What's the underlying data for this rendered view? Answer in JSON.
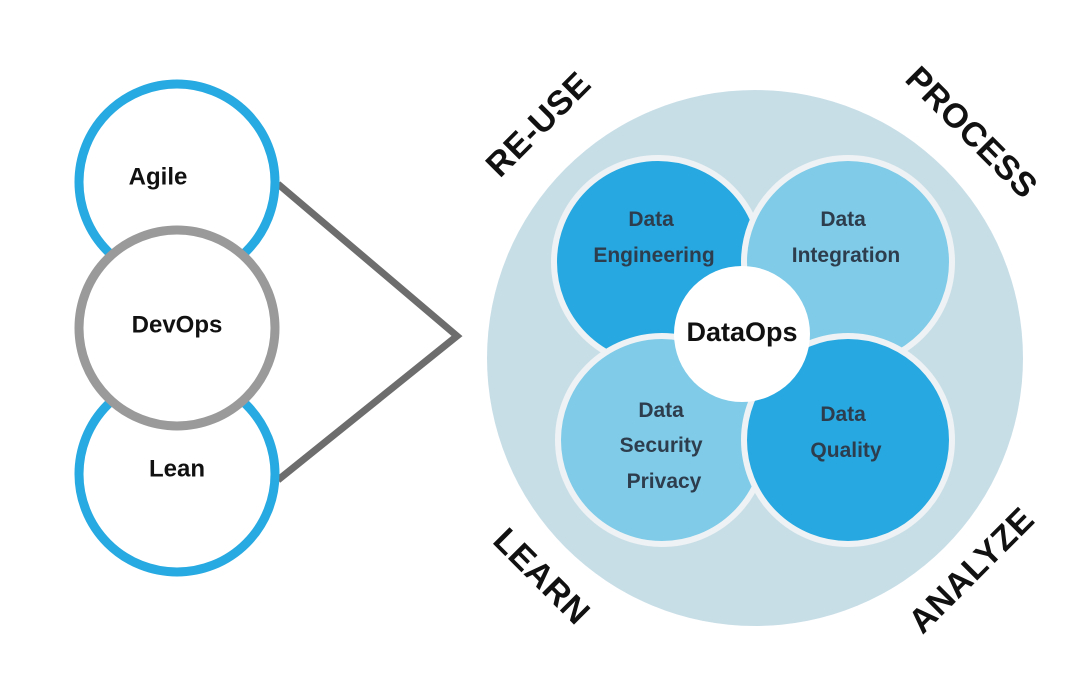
{
  "colors": {
    "blue_ring": "#27a9e1",
    "gray_ring": "#9a9a9a",
    "connector": "#6d6d6d",
    "outer_circle": "#c8dee7",
    "petal_dark": "#27a8e0",
    "petal_light": "#7fcbe8",
    "petal_border": "#eef2f4",
    "center_fill": "#ffffff"
  },
  "methodologies": [
    {
      "label": "Agile",
      "ring": "blue_ring"
    },
    {
      "label": "DevOps",
      "ring": "gray_ring"
    },
    {
      "label": "Lean",
      "ring": "blue_ring"
    }
  ],
  "dataops": {
    "center_label": "DataOps",
    "petals": [
      {
        "lines": [
          "Data",
          "Engineering"
        ],
        "shade": "petal_dark"
      },
      {
        "lines": [
          "Data",
          "Integration"
        ],
        "shade": "petal_light"
      },
      {
        "lines": [
          "Data",
          "Security",
          "Privacy"
        ],
        "shade": "petal_light"
      },
      {
        "lines": [
          "Data",
          "Quality"
        ],
        "shade": "petal_dark"
      }
    ]
  },
  "cycle_labels": {
    "top_left": "RE-USE",
    "top_right": "PROCESS",
    "bottom_left": "LEARN",
    "bottom_right": "ANALYZE"
  }
}
